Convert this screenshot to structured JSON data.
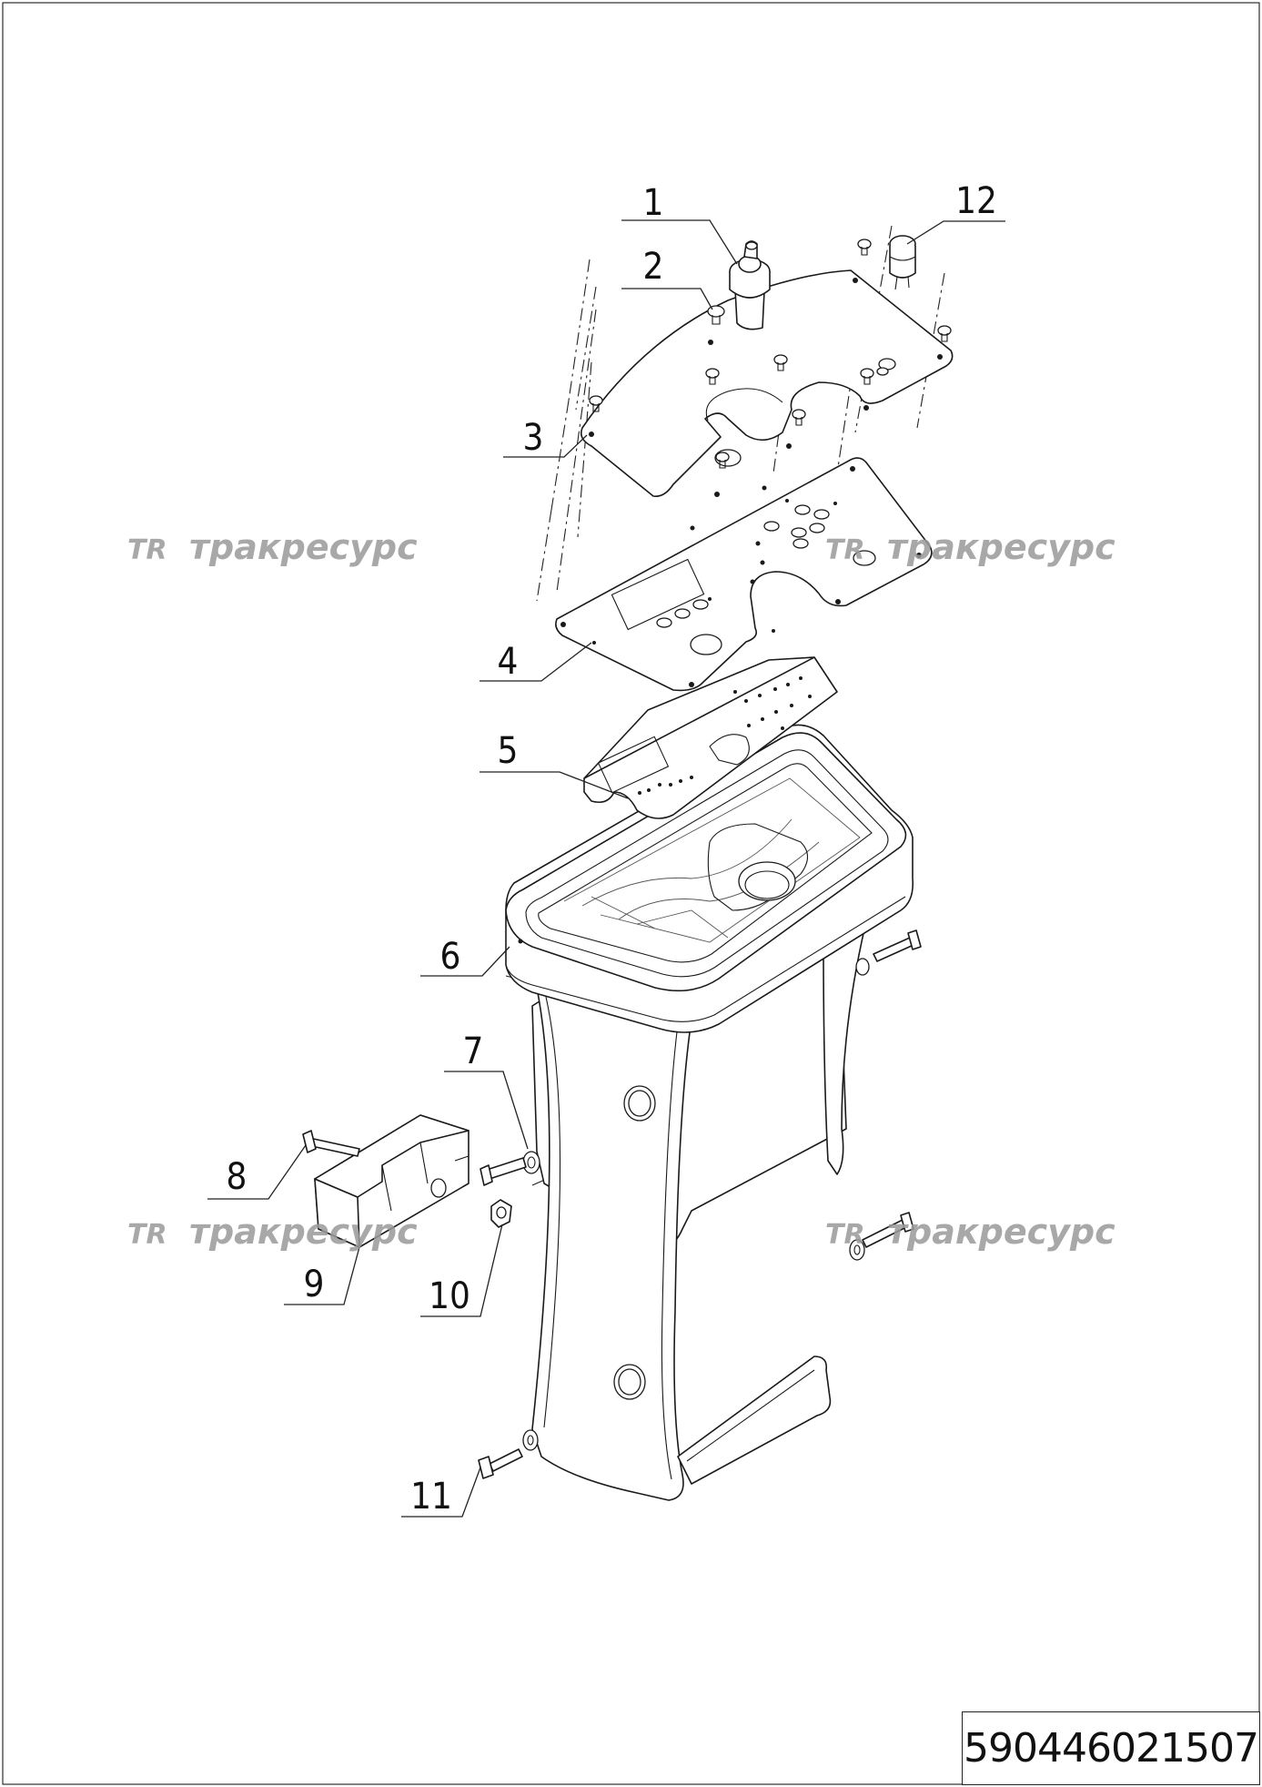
{
  "drawing": {
    "part_number": "590446021507",
    "callouts": [
      "1",
      "2",
      "3",
      "4",
      "5",
      "6",
      "7",
      "8",
      "9",
      "10",
      "11",
      "12"
    ]
  },
  "watermark": {
    "logo": "TR",
    "text": "тракресурс"
  },
  "colors": {
    "line": "#1a1a1a",
    "watermark": "#9a9a9a",
    "frame": "#222222"
  }
}
